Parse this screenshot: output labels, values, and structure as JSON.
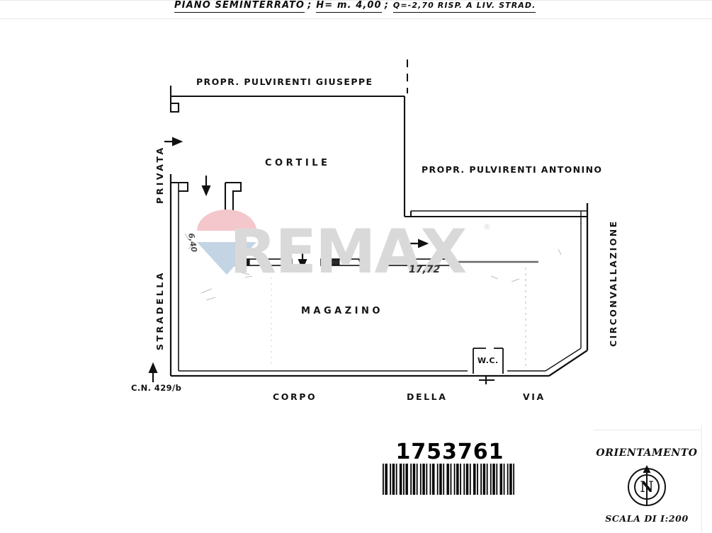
{
  "document": {
    "title_segments": [
      {
        "text": "PIANO  SEMINTERRATO",
        "underlined": true
      },
      {
        "text": ";",
        "separator": true
      },
      {
        "text": "H= m. 4,00",
        "underlined": true
      },
      {
        "text": ";",
        "separator": true
      },
      {
        "text": "Q=-2,70 RISP. A LIV. STRAD.",
        "underlined": true
      }
    ],
    "title_full": "PIANO SEMINTERRATO; H= m. 4,00 ; Q=-2,70 RISP. A LIV. STRAD.",
    "drawing_type": "architectural-floor-plan",
    "scale": "SCALA DI I:200"
  },
  "plan": {
    "rooms": [
      {
        "name": "cortile",
        "label": "CORTILE"
      },
      {
        "name": "magazino",
        "label": "MAGAZINO"
      },
      {
        "name": "wc",
        "label": "W.C."
      }
    ],
    "property_labels": [
      {
        "name": "propr-pulvirenti-giuseppe",
        "label": "PROPR.  PULVIRENTI  GIUSEPPE"
      },
      {
        "name": "propr-pulvirenti-antonino",
        "label": "PROPR. PULVIRENTI  ANTONINO"
      }
    ],
    "street_labels": [
      {
        "name": "stradella-privata-upper",
        "label": "PRIVATA"
      },
      {
        "name": "stradella-privata-lower",
        "label": "STRADELLA"
      },
      {
        "name": "circonvallazione",
        "label": "CIRCONVALLAZIONE"
      }
    ],
    "bottom_edge_labels": [
      {
        "name": "corpo",
        "label": "CORPO"
      },
      {
        "name": "della",
        "label": "DELLA"
      },
      {
        "name": "via",
        "label": "VIA"
      }
    ],
    "parcel_reference": "C.N. 429/b",
    "dimension_annotation": "17,72"
  },
  "watermark": {
    "brand": "REMAX",
    "registered_mark": "®",
    "color": "#d9d9d9",
    "balloon_top_color": "#f4c7cd",
    "balloon_bottom_color": "#c3d4e4"
  },
  "barcode": {
    "number": "1753761",
    "pattern": "1011001011010011010110010110100101101001011001011010011010010110100101101001101001011010010110100110100101101"
  },
  "orientation": {
    "title": "ORIENTAMENTO",
    "north_letter": "N",
    "scale_label": "SCALA DI I:200"
  },
  "colors": {
    "ink": "#111111",
    "paper": "#ffffff",
    "watermark_gray": "#d9d9d9"
  }
}
